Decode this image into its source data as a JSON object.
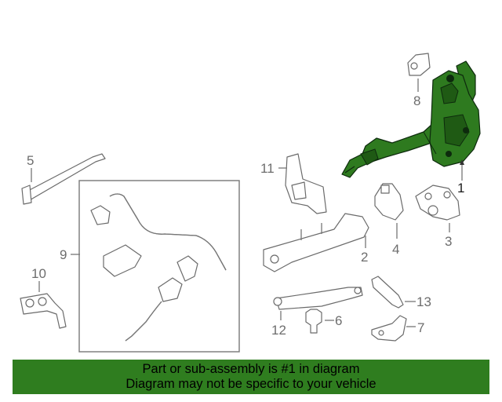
{
  "callouts": {
    "c1": "1",
    "c2": "2",
    "c3": "3",
    "c4": "4",
    "c5": "5",
    "c6": "6",
    "c7": "7",
    "c8": "8",
    "c9": "9",
    "c10": "10",
    "c11": "11",
    "c12": "12",
    "c13": "13"
  },
  "banner": {
    "line1": "Part or sub-assembly is #1 in diagram",
    "line2": "Diagram may not be specific to your vehicle"
  },
  "colors": {
    "highlight": "#2e7a1f",
    "banner_bg": "#2f7d1f",
    "line_art": "#6b6b6b"
  }
}
